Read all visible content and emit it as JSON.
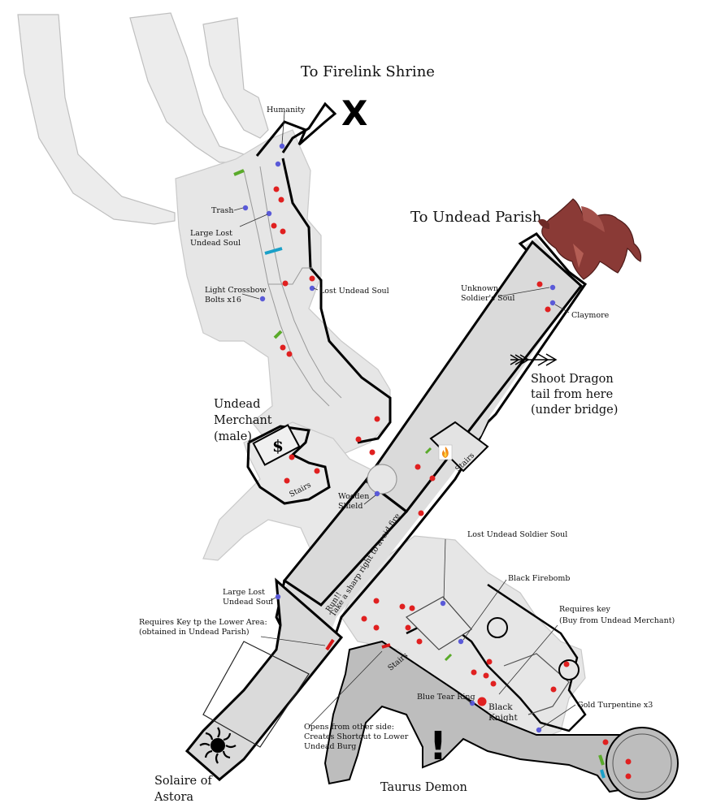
{
  "title_exits": {
    "firelink": "To Firelink Shrine",
    "parish": "To Undead Parish"
  },
  "markers": {
    "x_mark": "X",
    "exclaim": "!",
    "dollar": "$"
  },
  "stairs": [
    "Stairs",
    "Stairs",
    "Stairs"
  ],
  "area_labels": {
    "undead_merchant": [
      "Undead",
      "Merchant",
      "(male)"
    ],
    "shoot_dragon": [
      "Shoot Dragon",
      "tail from here",
      "(under bridge)"
    ],
    "solaire": [
      "Solaire of",
      "Astora"
    ],
    "taurus": "Taurus Demon",
    "black_knight": [
      "Black",
      "Knight"
    ],
    "bridge_run": [
      "Run!!",
      "Take a sharp right to avoid fire"
    ]
  },
  "item_labels": {
    "humanity": "Humanity",
    "trash": "Trash",
    "large_lost_1": [
      "Large Lost",
      "Undead Soul"
    ],
    "lost_undead_soul": "Lost Undead Soul",
    "crossbow": [
      "Light Crossbow",
      "Bolts x16"
    ],
    "unknown_soldier": [
      "Unknown",
      "Soldier's Soul"
    ],
    "claymore": "Claymore",
    "wooden_shield": [
      "Wooden",
      "Shield"
    ],
    "lost_soldier_soul": "Lost Undead Soldier Soul",
    "black_firebomb": "Black Firebomb",
    "large_lost_2": [
      "Large Lost",
      "Undead Soul"
    ],
    "requires_key_lower": [
      "Requires Key tp the Lower Area:",
      "(obtained in Undead Parish)"
    ],
    "requires_key_merchant": [
      "Requires key",
      "(Buy from Undead Merchant)"
    ],
    "blue_tear": "Blue Tear Ring",
    "gold_turpentine": "Gold Turpentine x3",
    "shortcut": [
      "Opens from other side:",
      "Creates Shortcut to Lower",
      "Undead Burg"
    ]
  },
  "colors": {
    "floor": "#e6e6e6",
    "floor_dark": "#d2d2d2",
    "lower_floor": "#bdbdbd",
    "wall": "#000000",
    "enemy": "#e02020",
    "item": "#5a5ad8",
    "door_green": "#5aaa2a",
    "door_cyan": "#1aa0c8",
    "door_red": "#d81818",
    "dragon": "#8a3a36"
  }
}
